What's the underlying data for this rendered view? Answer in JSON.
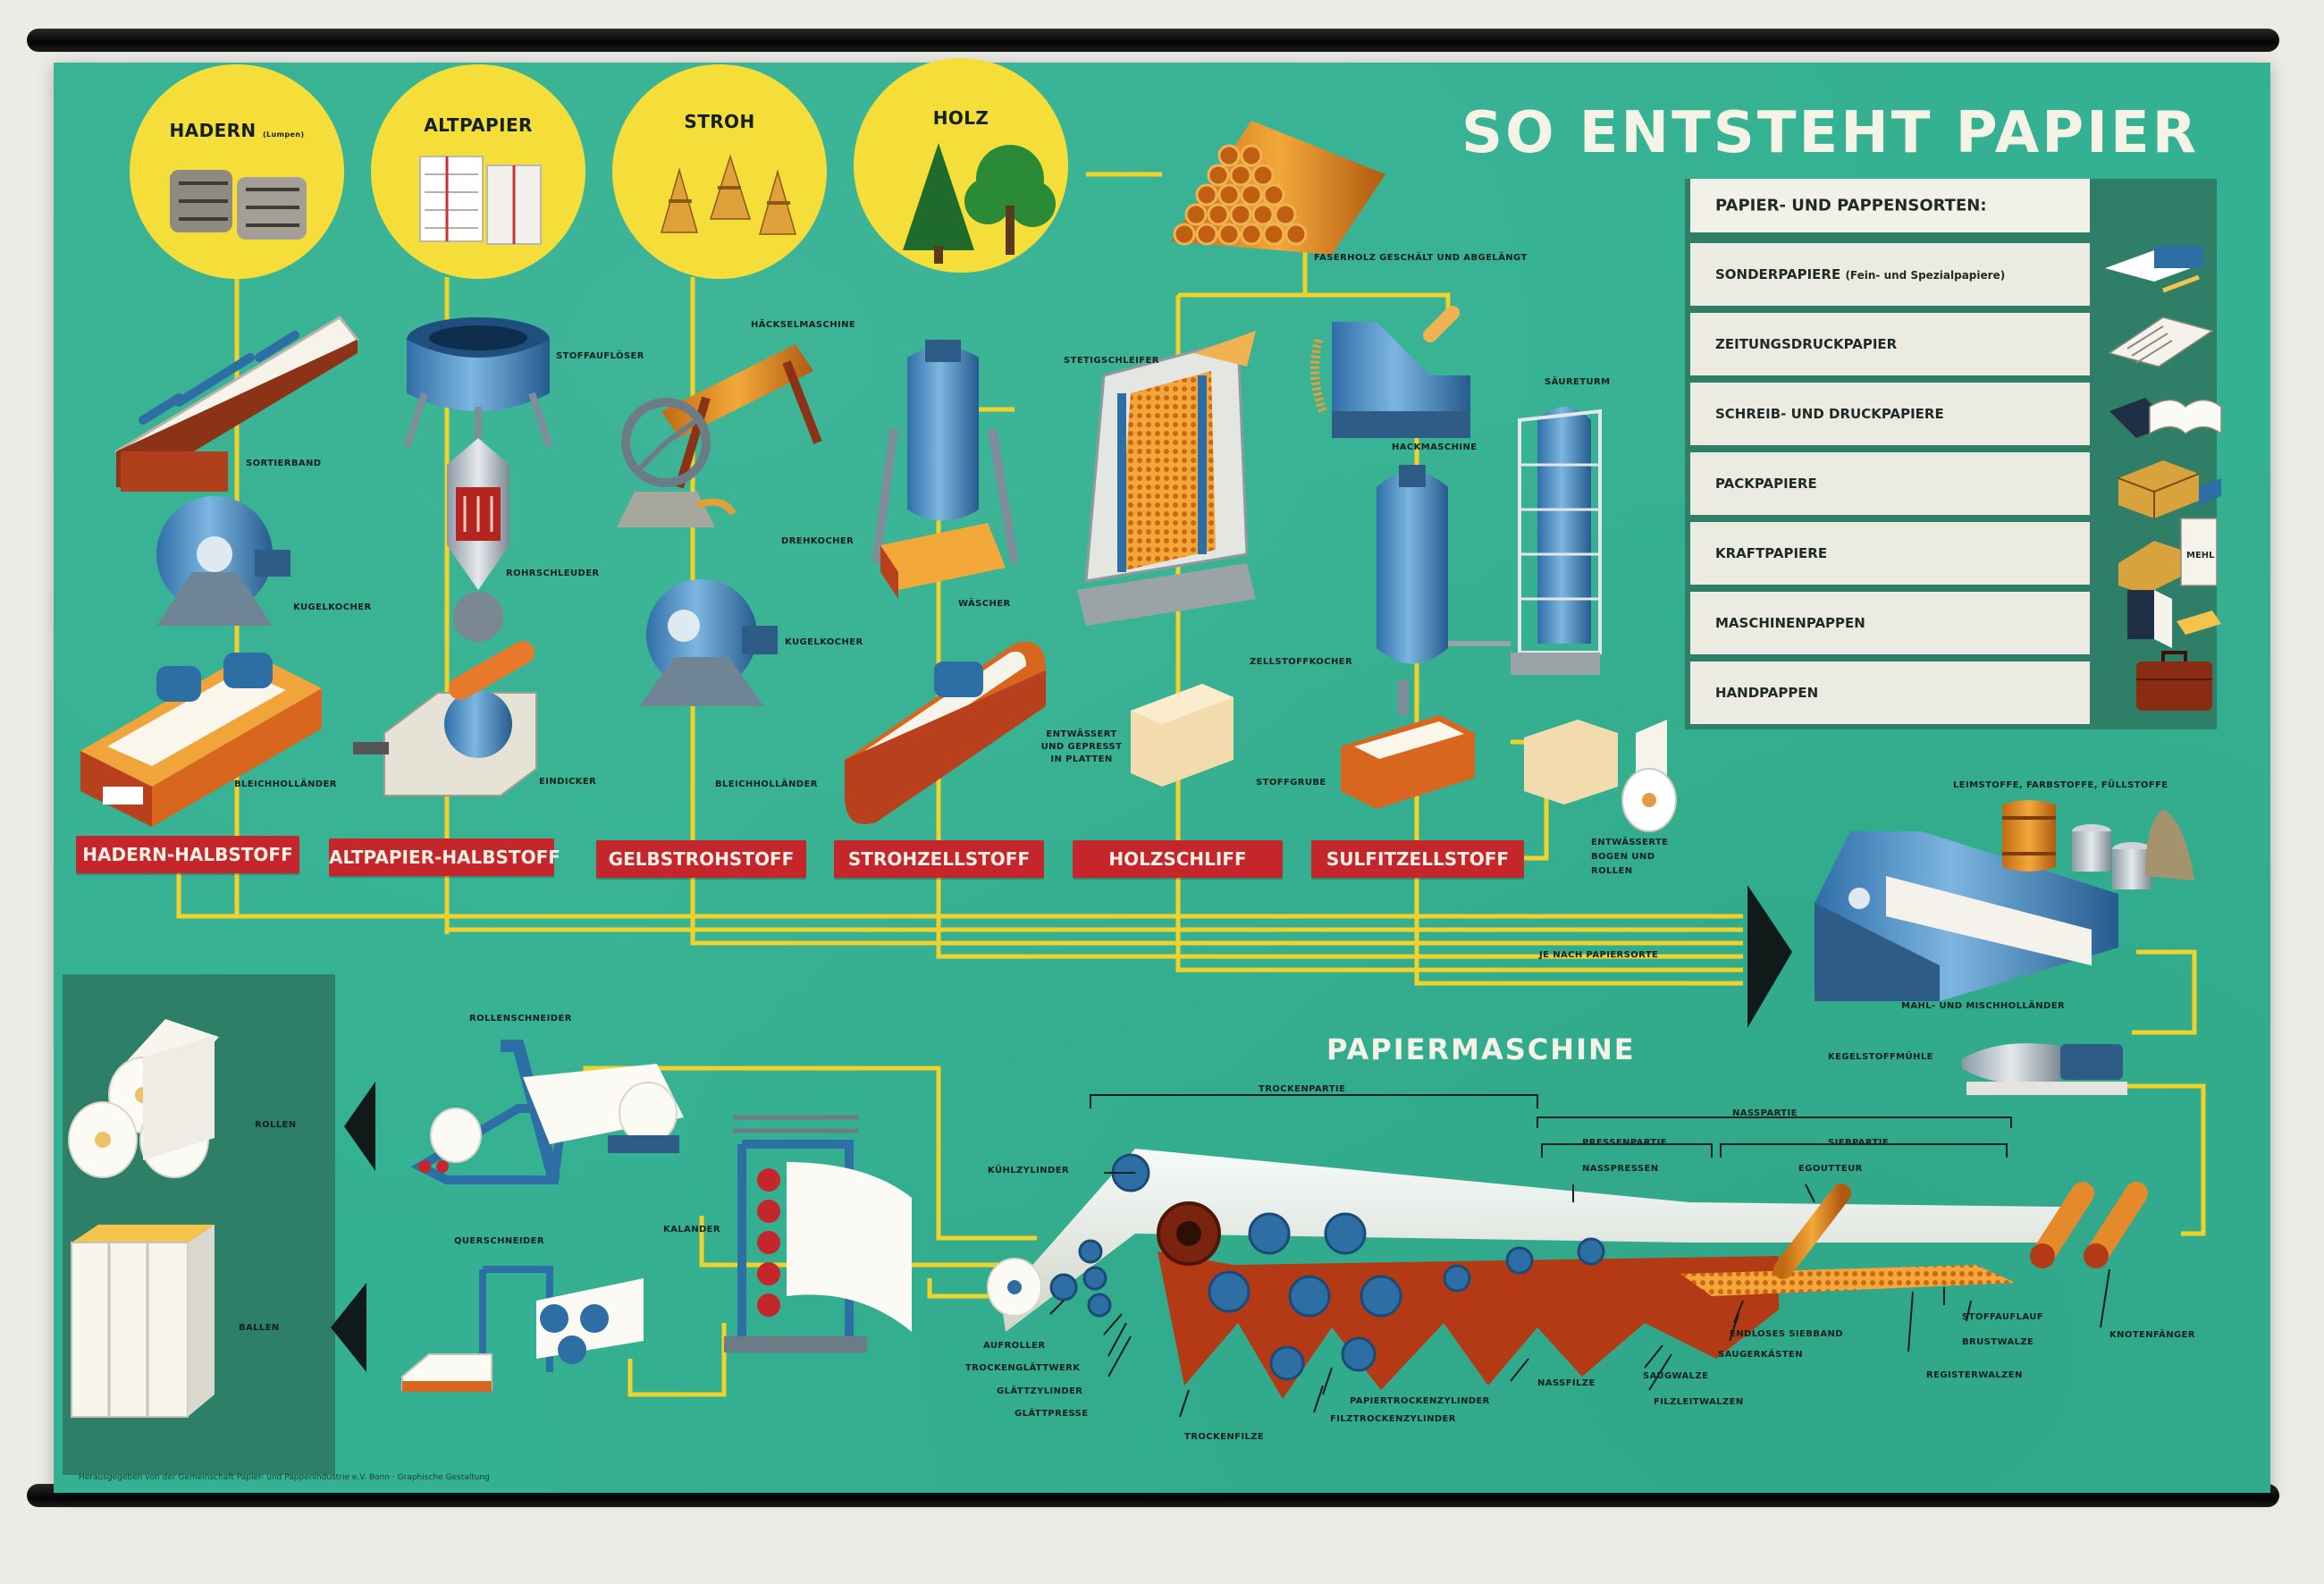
{
  "poster": {
    "title": "SO ENTSTEHT PAPIER",
    "colors": {
      "teal": "#34b192",
      "yellow": "#f5de3a",
      "red": "#c4262b",
      "dark_teal": "#2e7f68",
      "line_yellow": "#f1d22a"
    },
    "raw_materials": [
      {
        "label": "HADERN",
        "note": "(Lumpen)"
      },
      {
        "label": "ALTPAPIER",
        "note": ""
      },
      {
        "label": "STROH",
        "note": ""
      },
      {
        "label": "HOLZ",
        "note": ""
      }
    ],
    "wood_caption": "FASERHOLZ GESCHÄLT UND ABGELÄNGT",
    "machine_labels": {
      "sortierband": "SORTIERBAND",
      "kugelkocher_1": "KUGELKOCHER",
      "bleichhollaender_1": "BLEICHHOLLÄNDER",
      "stoffaufloeser": "STOFFAUFLÖSER",
      "rohrschleuder": "ROHRSCHLEUDER",
      "eindicker": "EINDICKER",
      "haeckselmaschine": "HÄCKSELMASCHINE",
      "kugelkocher_2": "KUGELKOCHER",
      "bleichhollaender_2": "BLEICHHOLLÄNDER",
      "drehkocher": "DREHKOCHER",
      "waescher": "WÄSCHER",
      "entwaessert_platten": "ENTWÄSSERT UND GEPRESST IN PLATTEN",
      "stetigschleifer": "STETIGSCHLEIFER",
      "hackmaschine": "HACKMASCHINE",
      "saeureturm": "SÄURETURM",
      "zellstoffkocher": "ZELLSTOFFKOCHER",
      "stoffgrube": "STOFFGRUBE",
      "entwaessert_bogen": "ENTWÄSSERTE BOGEN UND ROLLEN",
      "zusatzstoffe": "LEIMSTOFFE, FARBSTOFFE, FÜLLSTOFFE",
      "je_nach_sorte": "JE NACH PAPIERSORTE",
      "mahl_misch": "MAHL- UND MISCHHOLLÄNDER",
      "kegelstoffmuehle": "KEGELSTOFFMÜHLE"
    },
    "stages": [
      "HADERN-HALBSTOFF",
      "ALTPAPIER-HALBSTOFF",
      "GELBSTROHSTOFF",
      "STROHZELLSTOFF",
      "HOLZSCHLIFF",
      "SULFITZELLSTOFF"
    ],
    "table": {
      "header": "PAPIER- UND PAPPENSORTEN:",
      "rows": [
        {
          "label": "SONDERPAPIERE",
          "note": "(Fein- und Spezialpapiere)",
          "icon": "special-paper-icon"
        },
        {
          "label": "ZEITUNGSDRUCKPAPIER",
          "note": "",
          "icon": "newspaper-icon"
        },
        {
          "label": "SCHREIB- UND DRUCKPAPIERE",
          "note": "",
          "icon": "book-icon"
        },
        {
          "label": "PACKPAPIERE",
          "note": "",
          "icon": "parcel-icon"
        },
        {
          "label": "KRAFTPAPIERE",
          "note": "",
          "icon": "sack-icon"
        },
        {
          "label": "MASCHINENPAPPEN",
          "note": "",
          "icon": "cardboard-icon"
        },
        {
          "label": "HANDPAPPEN",
          "note": "",
          "icon": "suitcase-icon"
        }
      ],
      "sack_text": "MEHL"
    },
    "papiermaschine": {
      "title": "PAPIERMASCHINE",
      "labels": {
        "rollenschneider": "ROLLENSCHNEIDER",
        "rollen": "ROLLEN",
        "querschneider": "QUERSCHNEIDER",
        "ballen": "BALLEN",
        "kalander": "KALANDER",
        "trockenpartie": "TROCKENPARTIE",
        "nasspartie": "NASSPARTIE",
        "pressenpartie": "PRESSENPARTIE",
        "siebpartie": "SIEBPARTIE",
        "kuehlzylinder": "KÜHLZYLINDER",
        "nasspressen": "NASSPRESSEN",
        "egoutteur": "EGOUTTEUR",
        "aufroller": "AUFROLLER",
        "trockenglaettwerk": "TROCKENGLÄTTWERK",
        "glaettzylinder": "GLÄTTZYLINDER",
        "glaettpresse": "GLÄTTPRESSE",
        "trockenfilze": "TROCKENFILZE",
        "papiertrockenzylinder": "PAPIERTROCKENZYLINDER",
        "filztrockenzylinder": "FILZTROCKENZYLINDER",
        "nassfilze": "NASSFILZE",
        "saugwalze": "SAUGWALZE",
        "filzleitwalzen": "FILZLEITWALZEN",
        "endloses_siebband": "ENDLOSES SIEBBAND",
        "saugerkaesten": "SAUGERKÄSTEN",
        "stoffauflauf": "STOFFAUFLAUF",
        "brustwalze": "BRUSTWALZE",
        "registerwalzen": "REGISTERWALZEN",
        "knotenfaenger": "KNOTENFÄNGER"
      }
    },
    "credit": "Herausgegeben von der Gemeinschaft Papier- und Pappenindustrie e.V. Bonn · Graphische Gestaltung"
  }
}
